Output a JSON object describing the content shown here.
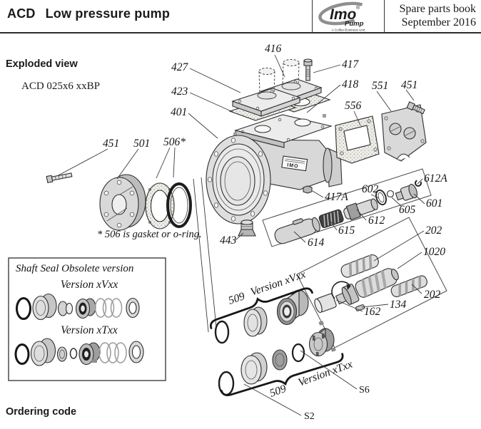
{
  "colors": {
    "paper": "#ffffff",
    "ink": "#1a1a1a"
  },
  "header": {
    "series": "ACD",
    "title": "Low pressure pump",
    "logo": {
      "brand": "Imo",
      "registered": "®",
      "product": "Pump",
      "tagline": "A Colfax Business Unit"
    },
    "book_title": "Spare parts book",
    "issue_date": "September 2016"
  },
  "headings": {
    "exploded_view": "Exploded view",
    "model": "ACD 025x6 xxBP",
    "ordering_code": "Ordering code"
  },
  "diagram": {
    "footnote": "* 506 is gasket or o-ring.",
    "nameplate": "IMO",
    "part_labels": [
      {
        "id": "416",
        "text": "416"
      },
      {
        "id": "427",
        "text": "427"
      },
      {
        "id": "417",
        "text": "417"
      },
      {
        "id": "423",
        "text": "423"
      },
      {
        "id": "418",
        "text": "418"
      },
      {
        "id": "551",
        "text": "551"
      },
      {
        "id": "451-top",
        "text": "451"
      },
      {
        "id": "556",
        "text": "556"
      },
      {
        "id": "401",
        "text": "401"
      },
      {
        "id": "451-left",
        "text": "451"
      },
      {
        "id": "501",
        "text": "501"
      },
      {
        "id": "506",
        "text": "506*"
      },
      {
        "id": "612A",
        "text": "612A"
      },
      {
        "id": "602",
        "text": "602"
      },
      {
        "id": "601",
        "text": "601"
      },
      {
        "id": "605",
        "text": "605"
      },
      {
        "id": "417A",
        "text": "417A"
      },
      {
        "id": "612",
        "text": "612"
      },
      {
        "id": "615",
        "text": "615"
      },
      {
        "id": "443",
        "text": "443"
      },
      {
        "id": "614",
        "text": "614"
      },
      {
        "id": "202-top",
        "text": "202"
      },
      {
        "id": "1020",
        "text": "1020"
      },
      {
        "id": "202-right",
        "text": "202"
      },
      {
        "id": "134",
        "text": "134"
      },
      {
        "id": "162",
        "text": "162"
      },
      {
        "id": "S6",
        "text": "S6"
      },
      {
        "id": "S2",
        "text": "S2"
      }
    ],
    "seal_groups": [
      {
        "qty": "509",
        "version": "Version xVxx"
      },
      {
        "qty": "509",
        "version": "Version xTxx"
      }
    ],
    "inset": {
      "title": "Shaft Seal Obsolete version",
      "versions": [
        {
          "name": "Version xVxx"
        },
        {
          "name": "Version xTxx"
        }
      ]
    }
  }
}
